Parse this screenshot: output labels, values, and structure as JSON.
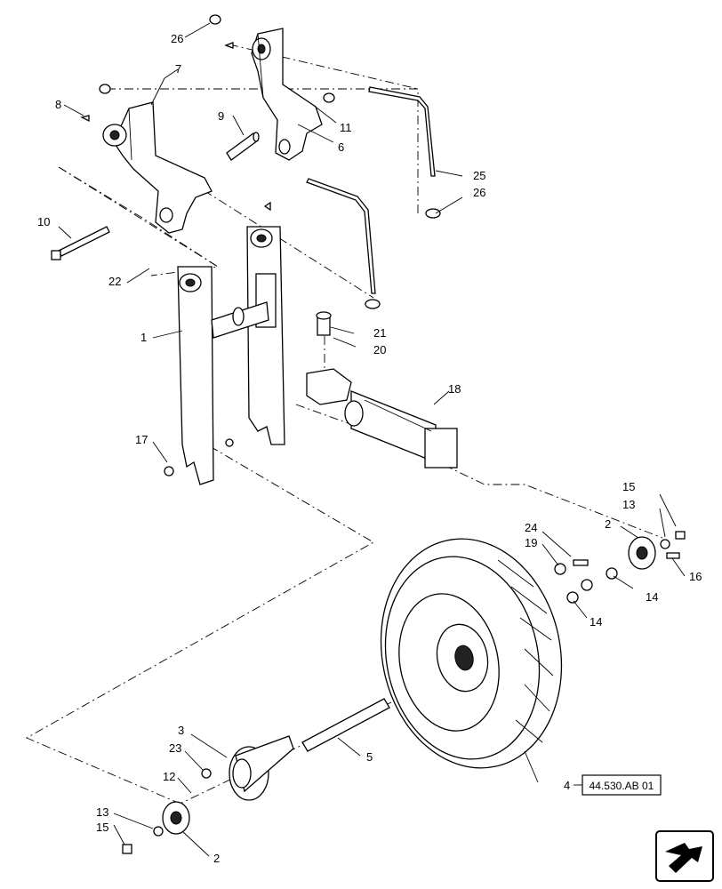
{
  "diagram": {
    "callouts": {
      "c1": "1",
      "c2a": "2",
      "c2b": "2",
      "c3": "3",
      "c4": "4",
      "c5": "5",
      "c6": "6",
      "c7": "7",
      "c8": "8",
      "c9": "9",
      "c10": "10",
      "c11": "11",
      "c12": "12",
      "c13a": "13",
      "c13b": "13",
      "c14a": "14",
      "c14b": "14",
      "c15a": "15",
      "c15b": "15",
      "c16": "16",
      "c17": "17",
      "c18": "18",
      "c19": "19",
      "c20": "20",
      "c21": "21",
      "c22": "22",
      "c23": "23",
      "c24": "24",
      "c25": "25",
      "c26a": "26",
      "c26b": "26"
    },
    "reference_box": "44.530.AB 01",
    "nav_icon": "next-page-arrow-icon"
  }
}
